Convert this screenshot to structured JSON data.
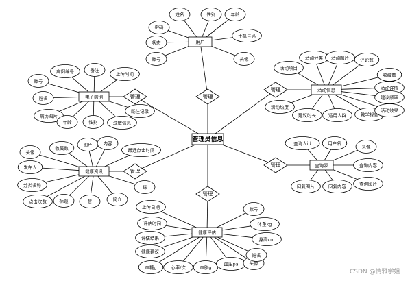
{
  "center": "管理员信息",
  "watermark": "CSDN @情雅学姐",
  "entities": [
    {
      "id": "user",
      "name": "用户",
      "relation": "管理",
      "attrs": [
        "姓名",
        "性别",
        "年龄",
        "密码",
        "手机号码",
        "状态",
        "账号",
        "头像"
      ]
    },
    {
      "id": "activity",
      "name": "活动信息",
      "relation": "管理",
      "attrs": [
        "活动分类",
        "活动图片",
        "评论数",
        "活动项目",
        "收藏数",
        "活动详情",
        "建议频率",
        "活动热度",
        "建议时长",
        "适用人群",
        "教学视频",
        "活动效果"
      ]
    },
    {
      "id": "ecard",
      "name": "电子病例",
      "relation": "管理",
      "attrs": [
        "病例编号",
        "备注",
        "上传时间",
        "账号",
        "姓名",
        "既往记录",
        "病历图片",
        "年龄",
        "性别",
        "过敏信息"
      ]
    },
    {
      "id": "health",
      "name": "健康资讯",
      "relation": "管理",
      "attrs": [
        "收藏数",
        "图片",
        "内容",
        "最近点击时间",
        "头像",
        "发布人",
        "分类名称",
        "点击次数",
        "标题",
        "赞",
        "简介",
        "踩"
      ]
    },
    {
      "id": "query",
      "name": "查询表",
      "relation": "管理",
      "attrs": [
        "查询人id",
        "用户名",
        "头像",
        "查询内容",
        "查询图片",
        "回复图片",
        "回复内容"
      ]
    },
    {
      "id": "assess",
      "name": "健康评估",
      "relation": "管理",
      "attrs": [
        "上传日期",
        "评估时间",
        "评估结果",
        "健康建议",
        "血糖g",
        "心率/次",
        "血脂g",
        "血压pa",
        "头像",
        "账号",
        "体重kg",
        "身高cm",
        "姓名"
      ]
    }
  ]
}
